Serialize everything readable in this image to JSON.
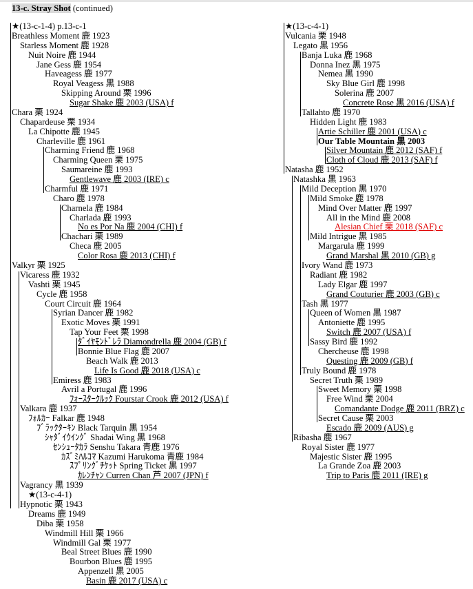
{
  "heading": {
    "title": "13-c. Stray Shot",
    "suffix": " (continued)"
  },
  "colors": {
    "highlight": "#e00000"
  },
  "left_column": [
    {
      "text": "★(13-c-1-4) p.13-c-1",
      "indent": 0
    },
    {
      "text": "Breathless Moment  鹿 1923",
      "indent": 0
    },
    {
      "text": "Starless Moment  鹿 1928",
      "indent": 1
    },
    {
      "text": "Nuit Noire  鹿 1944",
      "indent": 2
    },
    {
      "text": "Jane Gess  鹿 1954",
      "indent": 3
    },
    {
      "text": "Haveagess  鹿 1977",
      "indent": 4
    },
    {
      "text": "Royal Veagess  黒 1988",
      "indent": 5
    },
    {
      "text": "Skipping Around  栗 1996",
      "indent": 6
    },
    {
      "text": "Sugar Shake  鹿 2003 (USA) f",
      "indent": 7,
      "underline": true
    },
    {
      "text": "Chara  栗 1924",
      "indent": 0
    },
    {
      "text": "Chapardeuse  栗 1934",
      "indent": 1
    },
    {
      "text": "La Chipotte  鹿 1945",
      "indent": 2
    },
    {
      "text": "Charleville  鹿 1961",
      "indent": 3
    },
    {
      "text": "Charming Friend  鹿 1968",
      "indent": 4
    },
    {
      "text": "Charming Queen  栗 1975",
      "indent": 5
    },
    {
      "text": "Saumareine  鹿 1993",
      "indent": 6
    },
    {
      "text": "Gentlewave  鹿 2003 (IRE) c",
      "indent": 7,
      "underline": true
    },
    {
      "text": "Charmful  鹿 1971",
      "indent": 4
    },
    {
      "text": "Charo  鹿 1978",
      "indent": 5
    },
    {
      "text": "Charnela  鹿 1984",
      "indent": 6
    },
    {
      "text": "Charlada  鹿 1993",
      "indent": 7
    },
    {
      "text": "No es Por Na  鹿 2004 (CHI) f",
      "indent": 8,
      "underline": true
    },
    {
      "text": "Chachari  栗 1989",
      "indent": 6
    },
    {
      "text": "Checa  鹿 2005",
      "indent": 7
    },
    {
      "text": "Color Rosa  鹿 2013 (CHI) f",
      "indent": 8,
      "underline": true
    },
    {
      "text": "Valkyr  栗 1925",
      "indent": 0
    },
    {
      "text": "Vicaress  鹿 1932",
      "indent": 1
    },
    {
      "text": "Vashti  栗 1945",
      "indent": 2
    },
    {
      "text": "Cycle  鹿 1958",
      "indent": 3
    },
    {
      "text": "Court Circuit  鹿 1964",
      "indent": 4
    },
    {
      "text": "Syrian Dancer  鹿 1982",
      "indent": 5
    },
    {
      "text": "Exotic Moves  栗 1991",
      "indent": 6
    },
    {
      "text": "Tap Your Feet  栗 1998",
      "indent": 7
    },
    {
      "text": "ﾀﾞｲﾔﾓﾝﾄﾞﾚﾗ Diamondrella  鹿 2004 (GB) f",
      "indent": 8,
      "underline": true
    },
    {
      "text": "Bonnie Blue Flag  鹿 2007",
      "indent": 8
    },
    {
      "text": "Beach Walk  鹿 2013",
      "indent": 9
    },
    {
      "text": "Life Is Good  鹿 2018 (USA) c",
      "indent": 10,
      "underline": true
    },
    {
      "text": "Emiress  鹿 1983",
      "indent": 5
    },
    {
      "text": "Avril a Portugal  鹿 1996",
      "indent": 6
    },
    {
      "text": "ﾌｫｰｽﾀｰｸﾙｯｸ Fourstar Crook  鹿 2012 (USA) f",
      "indent": 7,
      "underline": true
    },
    {
      "text": "Valkara  鹿 1937",
      "indent": 1
    },
    {
      "text": "ﾌｫﾙｶｰ Falkar  鹿 1948",
      "indent": 2
    },
    {
      "text": "ﾌﾞﾗｯｸﾀｰｷﾝ Black Tarquin  黒 1954",
      "indent": 3
    },
    {
      "text": "ｼｬﾀﾞｲｳｲﾝｸﾞ Shadai Wing  黒 1968",
      "indent": 4
    },
    {
      "text": "ｾﾝｼｭｰﾀｶﾗ Senshu Takara  青鹿 1976",
      "indent": 5
    },
    {
      "text": "ｶｽﾞﾐﾊﾙｺﾏ Kazumi Harukoma  青鹿 1984",
      "indent": 6
    },
    {
      "text": "ｽﾌﾟﾘﾝｸﾞﾁｹｯﾄ Spring Ticket  黒 1997",
      "indent": 7
    },
    {
      "text": "ｶﾚﾝﾁｬﾝ Curren Chan  芦 2007 (JPN) f",
      "indent": 8,
      "underline": true
    },
    {
      "text": "Vagrancy  黒 1939",
      "indent": 1
    },
    {
      "text": "★(13-c-4-1)",
      "indent": 2
    },
    {
      "text": "Hypnotic  栗 1943",
      "indent": 1
    },
    {
      "text": "Dreams  鹿 1949",
      "indent": 2
    },
    {
      "text": "Diba  栗 1958",
      "indent": 3
    },
    {
      "text": "Windmill Hill  栗 1966",
      "indent": 4
    },
    {
      "text": "Windmill Gal  栗 1977",
      "indent": 5
    },
    {
      "text": "Beal Street Blues  鹿 1990",
      "indent": 6
    },
    {
      "text": "Bourbon Blues  鹿 1995",
      "indent": 7
    },
    {
      "text": "Appenzell  黒 2005",
      "indent": 8
    },
    {
      "text": "Basin  鹿 2017 (USA) c",
      "indent": 9,
      "underline": true
    }
  ],
  "right_column": [
    {
      "text": "★(13-c-4-1)",
      "indent": 0
    },
    {
      "text": "Vulcania  栗 1948",
      "indent": 0
    },
    {
      "text": "Legato  黒 1956",
      "indent": 1
    },
    {
      "text": "Banja Luka  鹿 1968",
      "indent": 2
    },
    {
      "text": "Donna Inez  黒 1975",
      "indent": 3
    },
    {
      "text": "Nemea  黒 1990",
      "indent": 4
    },
    {
      "text": "Sky Blue Girl  鹿 1998",
      "indent": 5
    },
    {
      "text": "Solerina  鹿 2007",
      "indent": 6
    },
    {
      "text": "Concrete Rose  黒 2016 (USA) f",
      "indent": 7,
      "underline": true
    },
    {
      "text": "Tallahto  鹿 1970",
      "indent": 2
    },
    {
      "text": "Hidden Light  鹿 1983",
      "indent": 3
    },
    {
      "text": "Artie Schiller  鹿 2001 (USA) c",
      "indent": 4,
      "underline": true
    },
    {
      "text": "Our Table Mountain  黒 2003",
      "indent": 4,
      "bold": true
    },
    {
      "text": "Silver Mountain  鹿 2012 (SAF) f",
      "indent": 5,
      "underline": true
    },
    {
      "text": "Cloth of Cloud  鹿 2013 (SAF) f",
      "indent": 5,
      "underline": true
    },
    {
      "text": "Natasha  鹿 1952",
      "indent": 0
    },
    {
      "text": "Natashka  黒 1963",
      "indent": 1
    },
    {
      "text": "Mild Deception  黒 1970",
      "indent": 2
    },
    {
      "text": "Mild Smoke  鹿 1978",
      "indent": 3
    },
    {
      "text": "Mind Over Matter  鹿 1997",
      "indent": 4
    },
    {
      "text": "All in the Mind  鹿 2008",
      "indent": 5
    },
    {
      "text": "Alesian Chief  栗 2018 (SAF) c",
      "indent": 6,
      "underline": true,
      "highlight": true
    },
    {
      "text": "Mild Intrigue  黒 1985",
      "indent": 3
    },
    {
      "text": "Margarula  鹿 1999",
      "indent": 4
    },
    {
      "text": "Grand Marshal  黒 2010 (GB) g",
      "indent": 5,
      "underline": true
    },
    {
      "text": "Ivory Wand  鹿 1973",
      "indent": 2
    },
    {
      "text": "Radiant  鹿 1982",
      "indent": 3
    },
    {
      "text": "Lady Elgar  鹿 1997",
      "indent": 4
    },
    {
      "text": "Grand Couturier  鹿 2003 (GB) c",
      "indent": 5,
      "underline": true
    },
    {
      "text": "Tash  黒 1977",
      "indent": 2
    },
    {
      "text": "Queen of Women  黒 1987",
      "indent": 3
    },
    {
      "text": "Antoniette  鹿 1995",
      "indent": 4
    },
    {
      "text": "Switch  鹿 2007 (USA) f",
      "indent": 5,
      "underline": true
    },
    {
      "text": "Sassy Bird  鹿 1992",
      "indent": 3
    },
    {
      "text": "Chercheuse  鹿 1998",
      "indent": 4
    },
    {
      "text": "Questing  鹿 2009 (GB) f",
      "indent": 5,
      "underline": true
    },
    {
      "text": "Truly Bound  鹿 1978",
      "indent": 2
    },
    {
      "text": "Secret Truth  栗 1989",
      "indent": 3
    },
    {
      "text": "Sweet Memory  栗 1998",
      "indent": 4
    },
    {
      "text": "Free Wind  栗 2004",
      "indent": 5
    },
    {
      "text": "Comandante Dodge  鹿 2011 (BRZ) c",
      "indent": 6,
      "underline": true
    },
    {
      "text": "Secret Cause  栗 2003",
      "indent": 4
    },
    {
      "text": "Escado  鹿 2009 (AUS) g",
      "indent": 5,
      "underline": true
    },
    {
      "text": "Ribasha  鹿 1967",
      "indent": 1
    },
    {
      "text": "Royal Sister  鹿 1977",
      "indent": 2
    },
    {
      "text": "Majestic Sister  鹿 1995",
      "indent": 3
    },
    {
      "text": "La Grande Zoa  鹿 2003",
      "indent": 4
    },
    {
      "text": "Trip to Paris  鹿 2011 (IRE) g",
      "indent": 5,
      "underline": true
    }
  ]
}
